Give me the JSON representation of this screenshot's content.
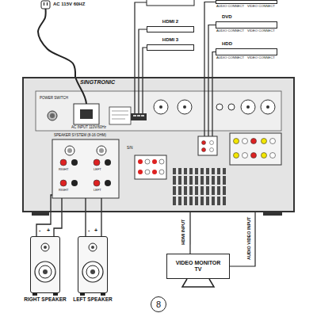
{
  "diagram": {
    "nodes": [
      {
        "text": [
          "AC 115V 60HZ"
        ]
      },
      {
        "text": [
          "HDMI 2"
        ]
      },
      {
        "text": [
          "HDMI 3"
        ]
      },
      {
        "text": [
          "AUDIO CONNECT",
          "VIDEO CONNECT"
        ]
      },
      {
        "text": [
          "DVD",
          "AUDIO CONNECT",
          "VIDEO CONNECT"
        ]
      },
      {
        "text": [
          "HDD",
          "AUDIO CONNECT",
          "VIDEO CONNECT"
        ]
      },
      {
        "text": [
          "SINGTRONIC"
        ]
      },
      {
        "text": [
          "VIDEO MONITOR TV"
        ]
      },
      {
        "text": [
          "RIGHT SPEAKER"
        ]
      },
      {
        "text": [
          "LEFT SPEAKER"
        ]
      },
      {
        "text": [
          "8"
        ]
      }
    ],
    "edges": [
      {
        "from": 0,
        "to": 6,
        "arrow": "none"
      },
      {
        "from": 1,
        "to": 6,
        "arrow": "none"
      },
      {
        "from": 2,
        "to": 6,
        "arrow": "none"
      },
      {
        "from": 3,
        "to": 6,
        "arrow": "none"
      },
      {
        "from": 4,
        "to": 6,
        "arrow": "none"
      },
      {
        "from": 5,
        "to": 6,
        "arrow": "none"
      },
      {
        "from": 6,
        "to": 8,
        "arrow": "none"
      },
      {
        "from": 6,
        "to": 9,
        "arrow": "none"
      },
      {
        "from": 6,
        "to": 7,
        "label": "HDMI INPUT",
        "arrow": "none"
      },
      {
        "from": 6,
        "to": 7,
        "label": "AUDIO VIDEO INPUT",
        "arrow": "none"
      }
    ],
    "labels": [
      "POWER SWITCH",
      "AC INPUT 110V/60Hz",
      "SPEAKER SYSTEM (8-16 OHM)",
      "RIGHT",
      "LEFT",
      "RIGHT",
      "LEFT",
      "S/N",
      "-",
      "+",
      "-",
      "+"
    ]
  }
}
